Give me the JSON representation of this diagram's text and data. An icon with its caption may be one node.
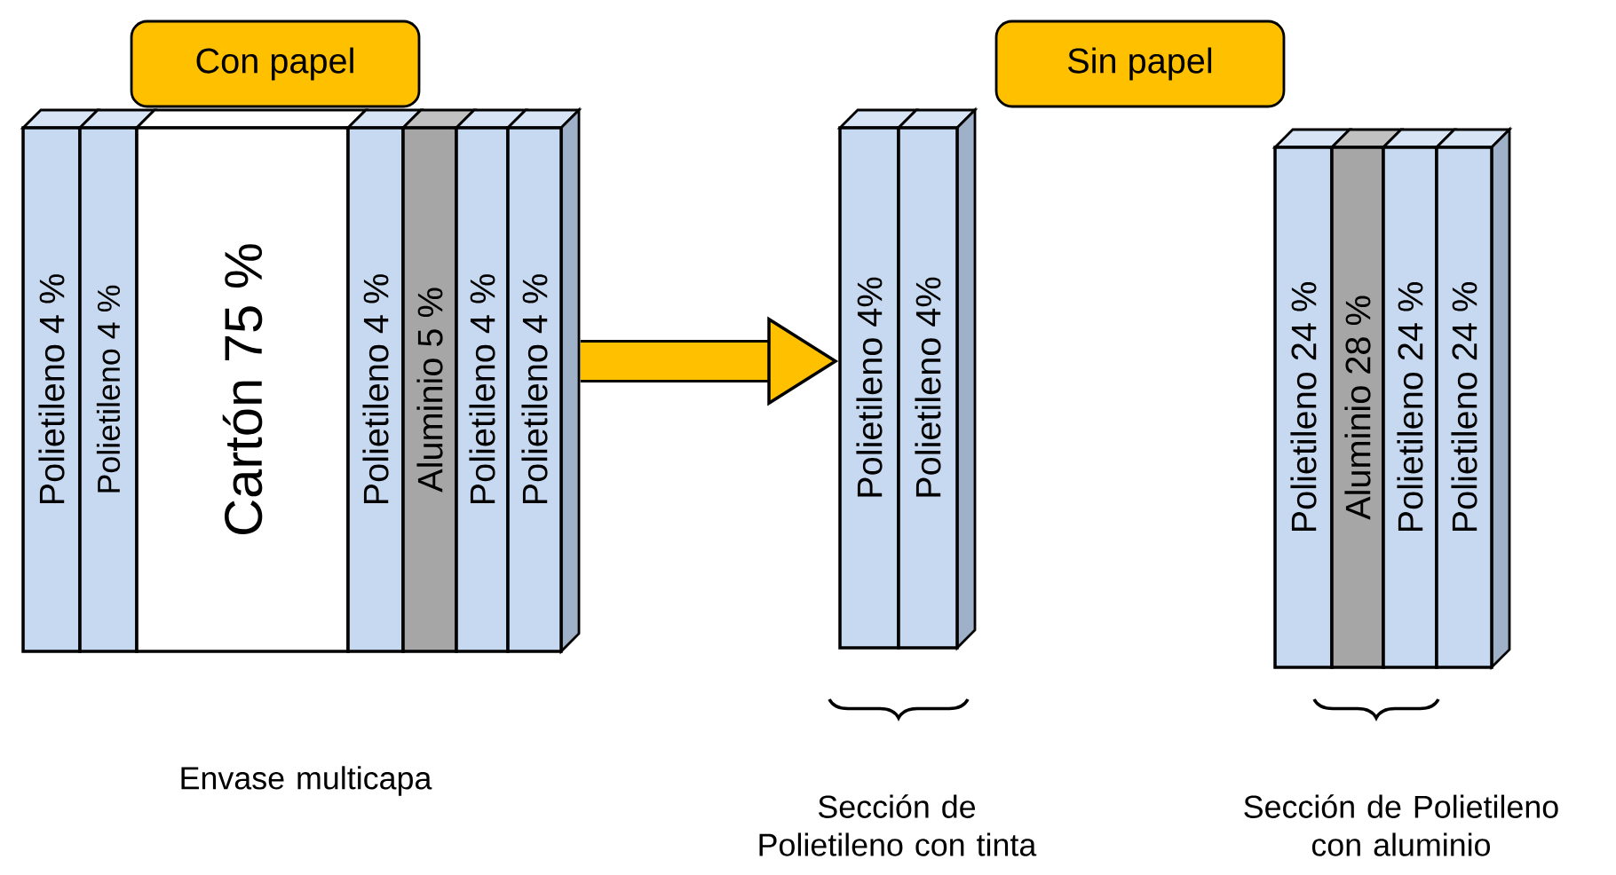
{
  "diagram": {
    "nodes": [
      {
        "text": [
          "Con papel"
        ]
      },
      {
        "text": [
          "Polietileno 4 %"
        ]
      },
      {
        "text": [
          "Polietileno 4 %"
        ]
      },
      {
        "text": [
          "Cartón 75 %"
        ]
      },
      {
        "text": [
          "Polietileno 4 %"
        ]
      },
      {
        "text": [
          "Aluminio 5 %"
        ]
      },
      {
        "text": [
          "Polietileno 4 %"
        ]
      },
      {
        "text": [
          "Polietileno 4 %"
        ]
      },
      {
        "text": [
          "Sin papel"
        ]
      },
      {
        "text": [
          "Polietileno 4%"
        ]
      },
      {
        "text": [
          "Polietileno 4%"
        ]
      },
      {
        "text": [
          "Polietileno 24 %"
        ]
      },
      {
        "text": [
          "Aluminio 28 %"
        ]
      },
      {
        "text": [
          "Polietileno 24 %"
        ]
      },
      {
        "text": [
          "Polietileno 24 %"
        ]
      }
    ],
    "edges": [
      {
        "from": 7,
        "to": 9,
        "arrow": "to"
      }
    ],
    "labels": [
      "Envase multicapa",
      "Sección de Polietileno con tinta",
      "Sección de Polietileno con aluminio"
    ]
  }
}
